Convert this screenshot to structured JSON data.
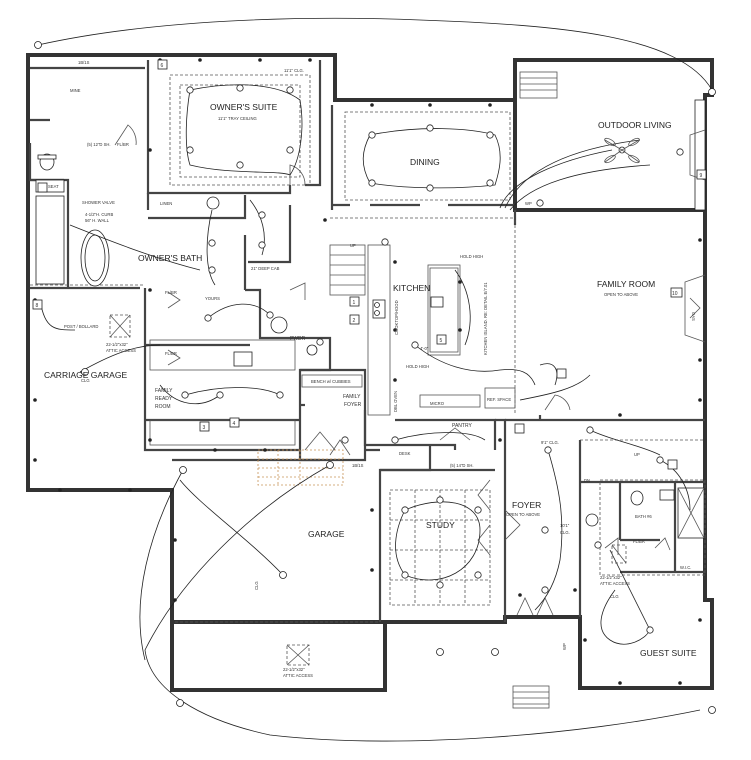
{
  "rooms": {
    "mine": "MINE",
    "owners_suite": "OWNER'S SUITE",
    "owners_suite_sub": "11'1\" TRAY CEILING",
    "dining": "DINING",
    "outdoor_living": "OUTDOOR LIVING",
    "owners_bath": "OWNER'S BATH",
    "yours": "YOURS",
    "kitchen": "KITCHEN",
    "family_room": "FAMILY ROOM",
    "family_room_sub": "OPEN TO ABOVE",
    "carriage_garage": "CARRIAGE GARAGE",
    "family_ready_room": [
      "FAMILY",
      "READY",
      "ROOM"
    ],
    "family_foyer": [
      "FAMILY",
      "FOYER"
    ],
    "pwdr": "PWDR",
    "pantry": "PANTRY",
    "foyer": "FOYER",
    "foyer_sub": "OPEN TO ABOVE",
    "study": "STUDY",
    "garage": "GARAGE",
    "guest_suite": "GUEST SUITE",
    "bath_6": "BATH #6",
    "wic": "W.I.C."
  },
  "notes": {
    "clg_111": "11'1\" CLG.",
    "shower_valve": "SHOWER VALVE",
    "curb": "4-1/2\"H. CURB",
    "wall_56": "56\" H. WALL",
    "linen": "LINEN",
    "deep_cab": "21\" DEEP CAB",
    "post_bollard": "POST / BOLLARD",
    "attic_access": [
      "22-1/2\"x32\"",
      "ATTIC ACCESS"
    ],
    "clg": "CLG",
    "bench": "BENCH w/ CUBBIES",
    "hold_high": "HOLD HIGH",
    "cooktop_hood": "COOKTOP/HOOD",
    "kitchen_island": "KITCHEN ISLAND. RE: DETAIL E/7.01",
    "dim_4_0": "4'-0\"",
    "micro": "MICRO",
    "dbl_oven": "DBL OVEN",
    "ref_space": "REF. SPACE",
    "clg_91": "9'1\" CLG.",
    "clg_101": "10'1\"",
    "clg_101_b": "CLG.",
    "desk": "DESK",
    "shelf_5": "(5) 14\"D SH.",
    "shelf_5_b": "(5) 12\"D SH.",
    "shelf_rs": "1B/1S",
    "flbr": "FL/BR",
    "seat": "SEAT",
    "up": "UP",
    "dn": "DN",
    "wp": "WP",
    "gas": "GAS"
  },
  "tags": [
    "1",
    "2",
    "3",
    "4",
    "5",
    "6",
    "8",
    "9",
    "10"
  ],
  "colors": {
    "wall": "#333333",
    "wire": "#222222",
    "stair_hatch": "#c8955a"
  }
}
